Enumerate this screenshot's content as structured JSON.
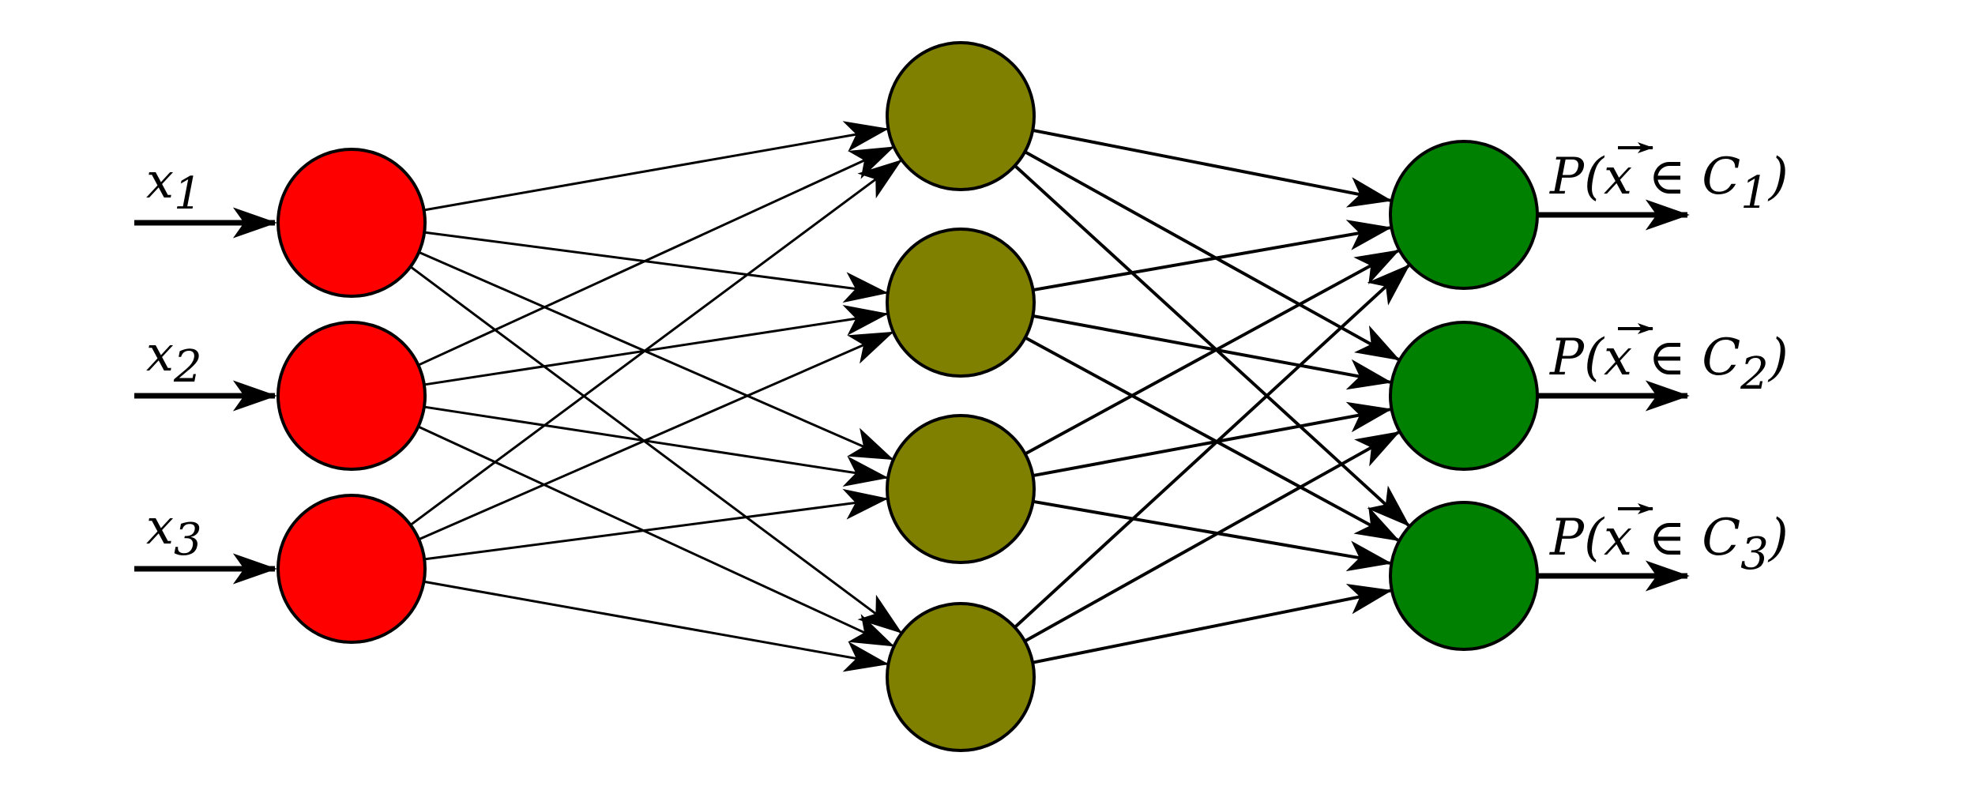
{
  "diagram": {
    "title": "Feed-forward neural network",
    "colors": {
      "input": "#ff0000",
      "hidden": "#808000",
      "output": "#008000",
      "stroke": "#000000"
    },
    "layers": [
      {
        "name": "input",
        "nodes": 3
      },
      {
        "name": "hidden",
        "nodes": 4
      },
      {
        "name": "output",
        "nodes": 3
      }
    ],
    "input_labels": [
      {
        "var": "x",
        "sub": "1"
      },
      {
        "var": "x",
        "sub": "2"
      },
      {
        "var": "x",
        "sub": "3"
      }
    ],
    "output_labels": [
      {
        "prefix": "P(",
        "vec": "x",
        "op": " ∈ ",
        "cls": "C",
        "sub": "1",
        "suffix": ")"
      },
      {
        "prefix": "P(",
        "vec": "x",
        "op": " ∈ ",
        "cls": "C",
        "sub": "2",
        "suffix": ")"
      },
      {
        "prefix": "P(",
        "vec": "x",
        "op": " ∈ ",
        "cls": "C",
        "sub": "3",
        "suffix": ")"
      }
    ],
    "connectivity": "fully-connected"
  }
}
